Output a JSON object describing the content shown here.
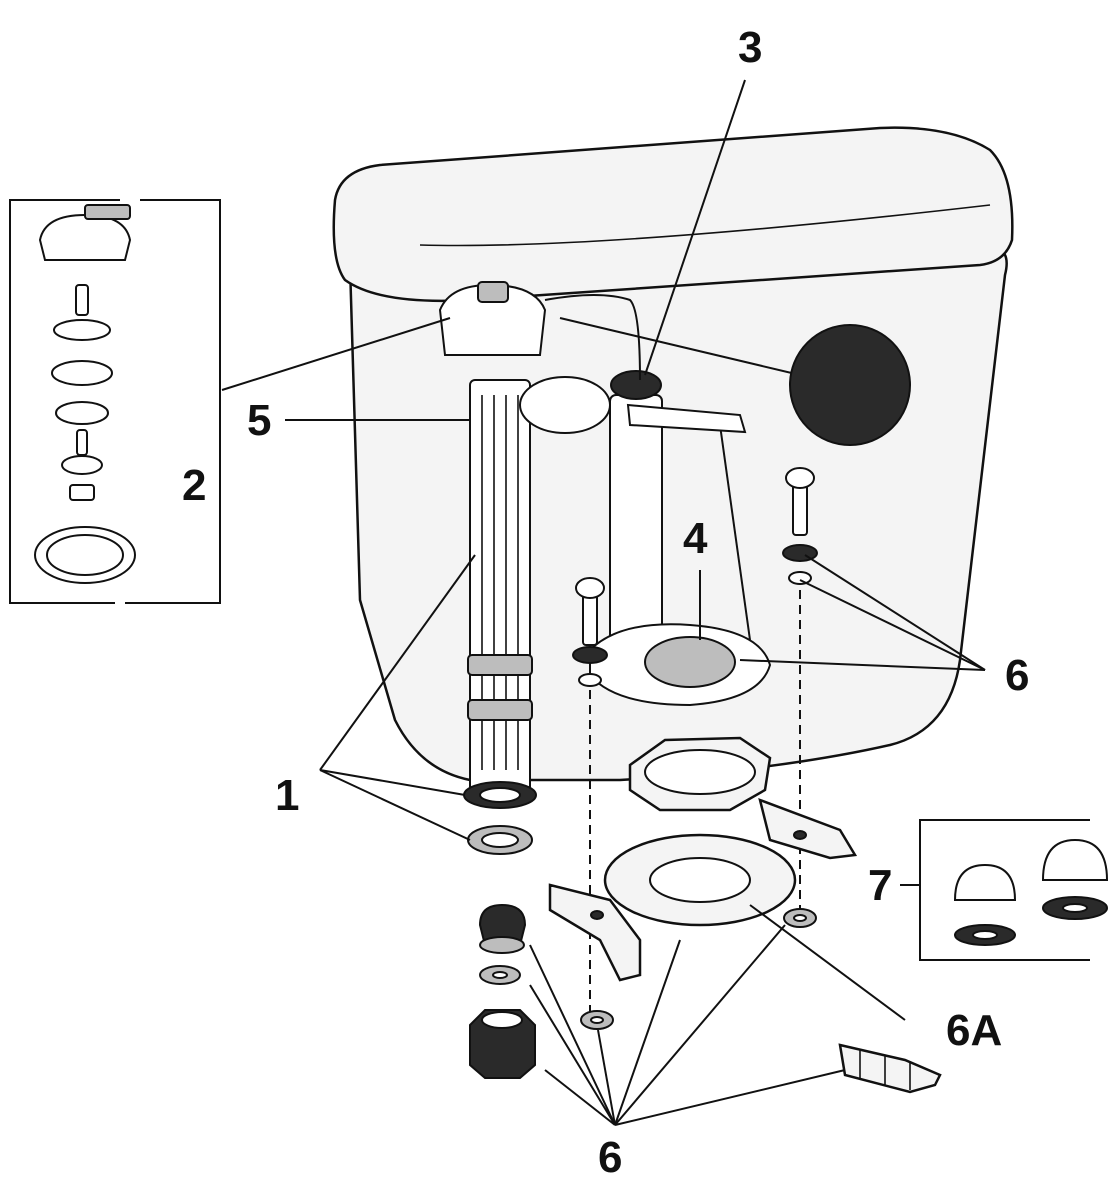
{
  "diagram": {
    "callouts": {
      "c1": "1",
      "c2": "2",
      "c3": "3",
      "c4": "4",
      "c5": "5",
      "c6_right": "6",
      "c6_bottom": "6",
      "c6a": "6A",
      "c7": "7"
    }
  }
}
